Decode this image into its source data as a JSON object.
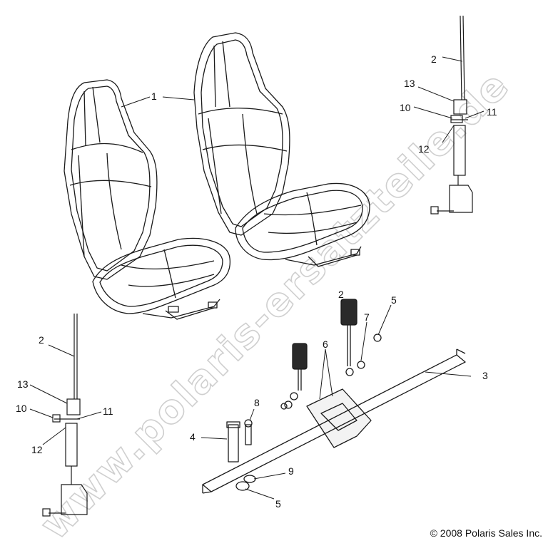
{
  "watermark": "www.polaris-ersatzteile.de",
  "copyright": "© 2008 Polaris Sales Inc.",
  "callouts": {
    "c1": "1",
    "c2_top": "2",
    "c13_top": "13",
    "c10_top": "10",
    "c11_top": "11",
    "c12_top": "12",
    "c2_left": "2",
    "c13_left": "13",
    "c10_left": "10",
    "c11_left": "11",
    "c12_left": "12",
    "c2_mid": "2",
    "c7": "7",
    "c5_top": "5",
    "c6": "6",
    "c3": "3",
    "c8": "8",
    "c4": "4",
    "c9": "9",
    "c5_bottom": "5"
  }
}
